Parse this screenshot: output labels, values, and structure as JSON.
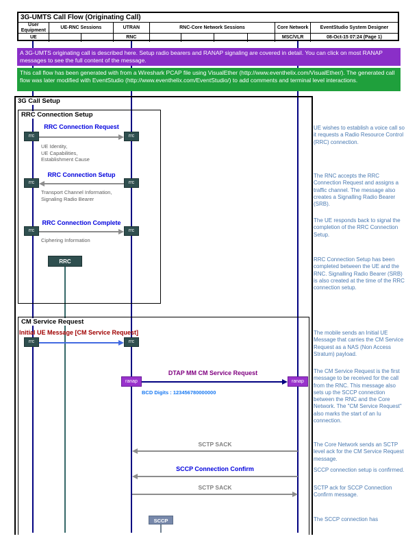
{
  "header": {
    "title": "3G-UMTS Call Flow (Originating Call)",
    "groups": [
      "User Equipment",
      "UE-RNC Sessions",
      "UTRAN",
      "RNC-Core Network Sessions",
      "Core Network"
    ],
    "brand": "EventStudio System Designer",
    "date": "08-Oct-15 07:24 (Page 1)",
    "ue": "UE",
    "rnc": "RNC",
    "core": "MSC/VLR"
  },
  "banners": {
    "purple_text": "A 3G-UMTS originating call is described here. Setup radio bearers and RANAP signaling are covered in detail. You can click on most RANAP messages to see the full content of the message.",
    "green_text": "This call flow has been generated with from a Wireshark PCAP file using VisualEther (http://www.eventhelix.com/VisualEther/). The generated call flow was later modified with EventStudio (http://www.eventhelix.com/EventStudio/) to add comments and terminal level interactions."
  },
  "sections": {
    "outer": "3G Call Setup",
    "rrc": "RRC Connection Setup",
    "cm": "CM Service Request"
  },
  "endpoints": {
    "rrc": "rrc",
    "ranap": "ranap"
  },
  "state_boxes": {
    "rrc": "RRC",
    "sccp": "SCCP"
  },
  "messages": [
    {
      "label": "RRC Connection Request",
      "params": "UE Identity,\nUE Capabilities,\nEstablishment Cause"
    },
    {
      "label": "RRC Connection Setup",
      "params": "Transport Channel Information,\nSignaling Radio Bearer"
    },
    {
      "label": "RRC Connection Complete",
      "params": "Ciphering Information"
    },
    {
      "label": "Initial UE Message [CM Service Request]"
    },
    {
      "label": "DTAP MM CM Service Request",
      "params": "BCD Digits : 123456780000000"
    },
    {
      "label": "SCTP SACK"
    },
    {
      "label": "SCCP Connection Confirm"
    },
    {
      "label": "SCTP SACK"
    }
  ],
  "comments": [
    "UE wishes to establish a voice call so it requests a Radio Resource Control (RRC) connection.",
    "The RNC accepts the RRC Connection Request and assigns a traffic channel. The message also creates a Signalling Radio Bearer (SRB).",
    "The UE responds back to signal the completion of the RRC Connection Setup.",
    "RRC Connection Setup has been completed between the UE and the RNC. Signalling Radio Bearer (SRB) is also created at the time of the RRC connection setup.",
    "The mobile sends an Initial UE Message that carries the CM Service Request as a NAS (Non Access Stratum) payload.",
    "The CM Service Request is the first message to be received for the call from the RNC. This message also sets up the SCCP connection between the RNC and the Core Network. The \"CM Service Request\" also marks the start of an Iu connection.",
    "The Core Network sends an SCTP level ack for the CM Service Request message.",
    "SCCP connection setup is confirmed.",
    "SCTP ack for SCCP Connection Confirm message.",
    "The SCCP connection has"
  ],
  "colors": {
    "banner_purple": "#8A2FC8",
    "banner_green": "#1FA03C",
    "lifeline_navy": "#000080",
    "rrc_lifeline_teal": "#336666",
    "sccp_gray": "#7788AA",
    "msg_blue": "#0000DD",
    "msg_magenta": "#800080",
    "msg_red": "#A00000",
    "bcd_blue": "#1778F2",
    "arrow_gray": "#8C8C8C",
    "arrow_royal": "#4169E1",
    "comment_blue": "#4878B0",
    "endpoint_teal": "#2F4F4F",
    "endpoint_purple": "#9933CC"
  }
}
